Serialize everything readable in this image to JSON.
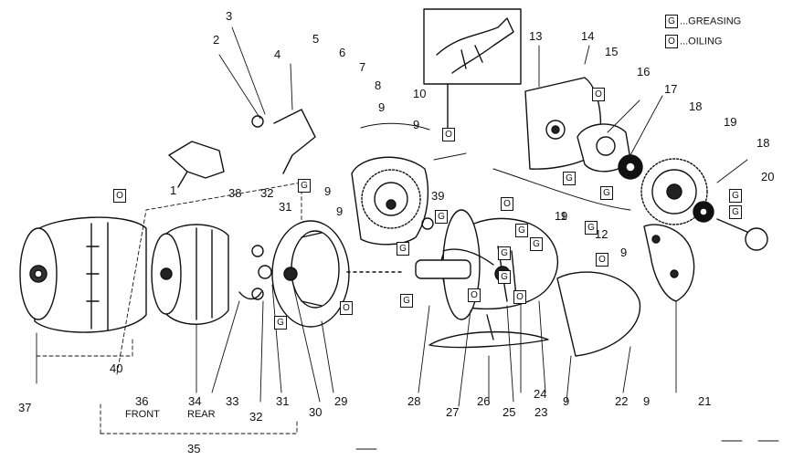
{
  "legend": {
    "grease_symbol": "G",
    "grease_text": "...GREASING",
    "oil_symbol": "O",
    "oil_text": "...OILING"
  },
  "callouts": [
    "1",
    "2",
    "3",
    "4",
    "5",
    "6",
    "7",
    "8",
    "9",
    "9",
    "9",
    "9",
    "9",
    "9",
    "9",
    "9",
    "10",
    "11",
    "12",
    "13",
    "14",
    "15",
    "16",
    "17",
    "18",
    "18",
    "19",
    "20",
    "21",
    "22",
    "23",
    "24",
    "25",
    "26",
    "27",
    "28",
    "29",
    "30",
    "31",
    "31",
    "32",
    "32",
    "33",
    "34",
    "35",
    "36",
    "37",
    "38",
    "39",
    "40"
  ],
  "captions": {
    "front": "FRONT",
    "rear": "REAR"
  },
  "markers": [
    "O",
    "O",
    "O",
    "O",
    "O",
    "O",
    "O",
    "O",
    "G",
    "G",
    "G",
    "G",
    "G",
    "G",
    "G",
    "G",
    "G",
    "G",
    "G",
    "G",
    "G",
    "G"
  ]
}
